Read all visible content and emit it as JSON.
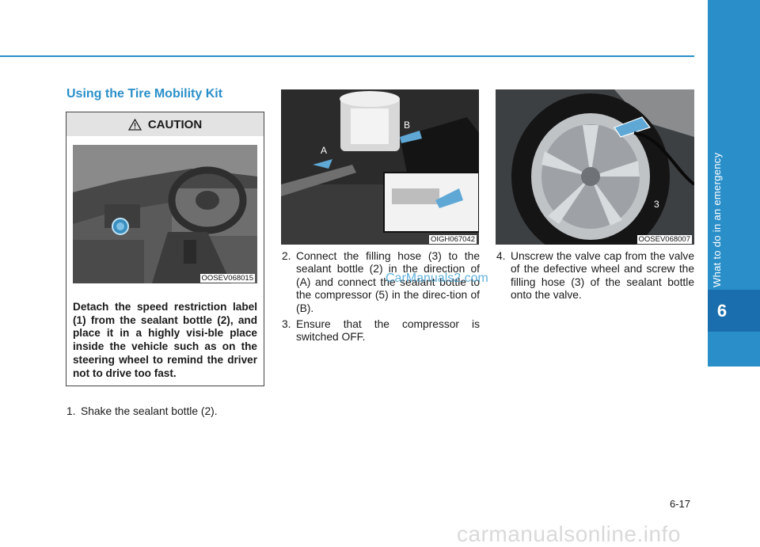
{
  "header": {
    "side_text": "What to do in an emergency",
    "chapter": "6"
  },
  "section": {
    "title": "Using the Tire Mobility Kit"
  },
  "caution": {
    "title": "CAUTION",
    "image_code": "OOSEV068015",
    "text": "Detach the speed restriction label (1) from the sealant bottle (2), and place it in a highly visi-ble place inside the vehicle such as on the steering wheel to remind the driver not to drive too fast."
  },
  "steps_col1": [
    {
      "num": "1.",
      "text": "Shake the sealant bottle (2)."
    }
  ],
  "figure2": {
    "code": "OIGH067042",
    "label_a": "A",
    "label_b": "B"
  },
  "steps_col2": [
    {
      "num": "2.",
      "text": "Connect the filling hose (3) to the sealant bottle (2) in the direction of (A) and connect the sealant bottle to the compressor (5) in the direc-tion of (B)."
    },
    {
      "num": "3.",
      "text": "Ensure that the compressor is switched OFF."
    }
  ],
  "figure3": {
    "code": "OOSEV068007",
    "label_3": "3"
  },
  "steps_col3": [
    {
      "num": "4.",
      "text": "Unscrew the  valve cap from the valve of the defective wheel and screw the filling hose (3) of the sealant bottle onto the valve."
    }
  ],
  "watermark": "CarManuals2.com",
  "page_number": "6-17",
  "footer": "carmanualsonline.info",
  "colors": {
    "accent": "#2a8fc9",
    "chapter_box": "#1a6eae"
  }
}
